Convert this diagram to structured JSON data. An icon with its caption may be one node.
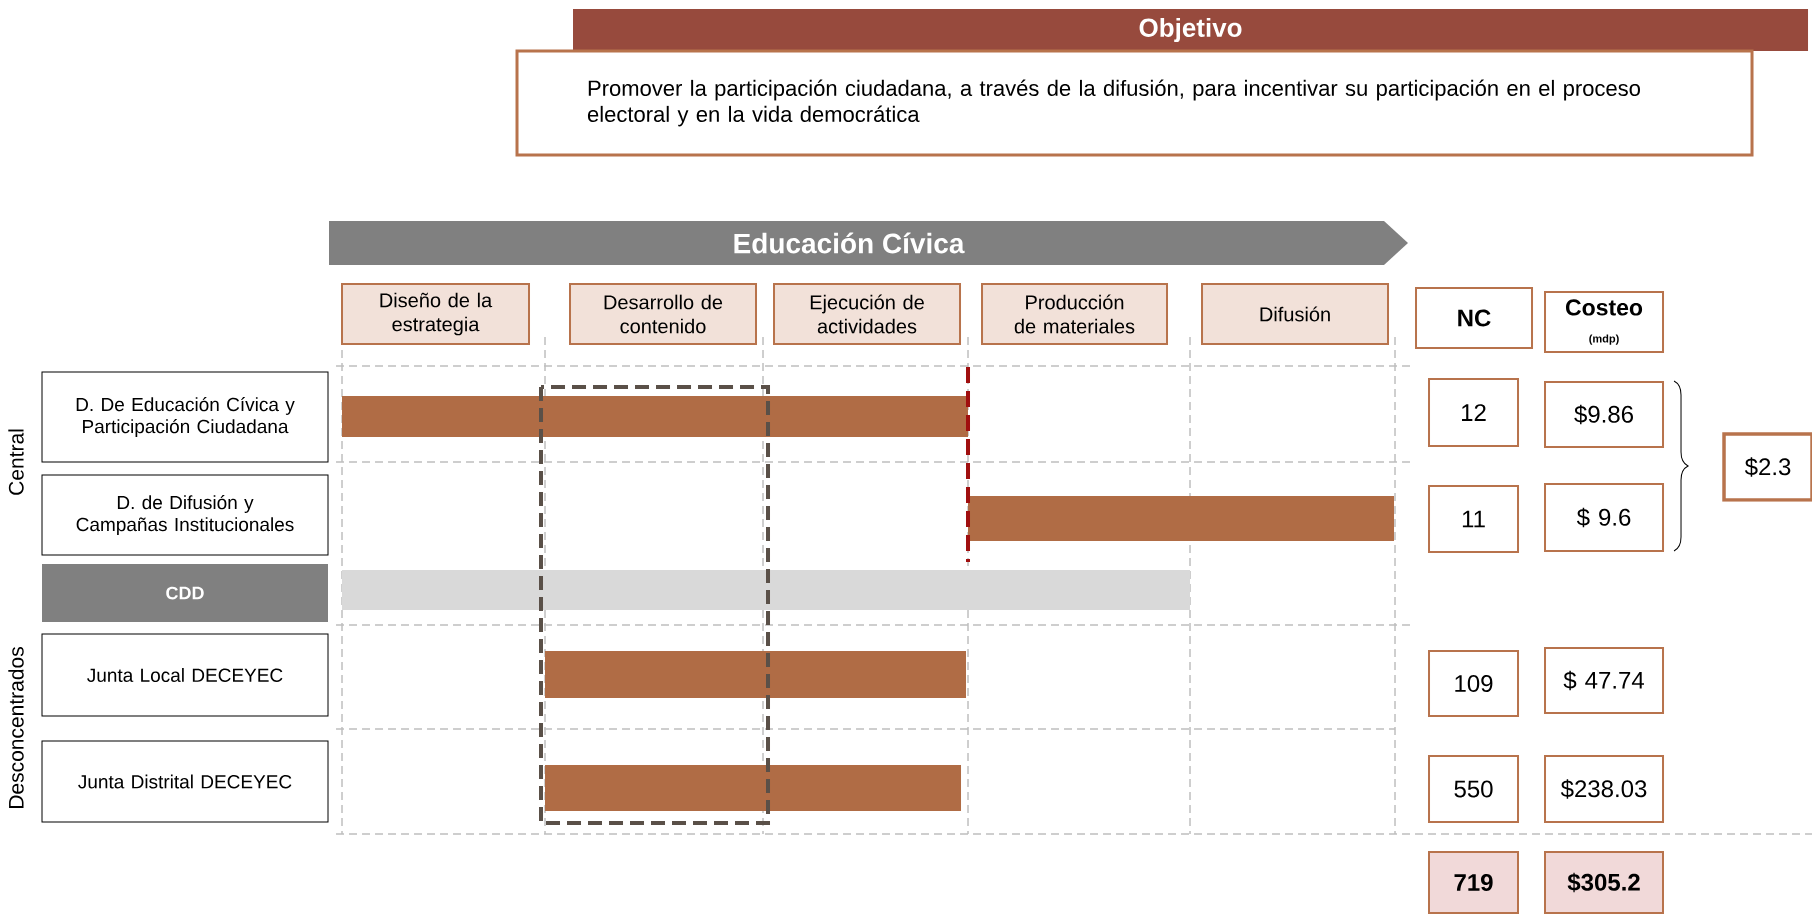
{
  "diagram": {
    "nodes": [
      {
        "text": [
          "Objetivo",
          "Promover la participación ciudadana, a través de la difusión, para incentivar su participación en el proceso electoral y en la vida democrática"
        ]
      },
      {
        "text": [
          "Educación Cívica"
        ]
      },
      {
        "text": [
          "Diseño de la estrategia"
        ]
      },
      {
        "text": [
          "Desarrollo de contenido"
        ]
      },
      {
        "text": [
          "Ejecución de actividades"
        ]
      },
      {
        "text": [
          "Producción de materiales"
        ]
      },
      {
        "text": [
          "Difusión"
        ]
      },
      {
        "text": [
          "NC"
        ]
      },
      {
        "text": [
          "Costeo",
          "(mdp)"
        ]
      },
      {
        "text": [
          "D. De Educación Cívica y Participación Ciudadana"
        ]
      },
      {
        "text": [
          "D. de Difusión y Campañas Institucionales"
        ]
      },
      {
        "text": [
          "CDD"
        ]
      },
      {
        "text": [
          "Junta Local DECEYEC"
        ]
      },
      {
        "text": [
          "Junta Distrital DECEYEC"
        ]
      },
      {
        "text": [
          "12"
        ]
      },
      {
        "text": [
          "$9.86"
        ]
      },
      {
        "text": [
          "11"
        ]
      },
      {
        "text": [
          "$ 9.6"
        ]
      },
      {
        "text": [
          "$2.3"
        ]
      },
      {
        "text": [
          "109"
        ]
      },
      {
        "text": [
          "$ 47.74"
        ]
      },
      {
        "text": [
          "550"
        ]
      },
      {
        "text": [
          "$238.03"
        ]
      },
      {
        "text": [
          "719"
        ]
      },
      {
        "text": [
          "$305.2"
        ]
      },
      {
        "text": [],
        "shape": "bar"
      },
      {
        "text": [],
        "shape": "bar"
      },
      {
        "text": [],
        "shape": "bar"
      },
      {
        "text": [],
        "shape": "bar"
      },
      {
        "text": [],
        "shape": "bar"
      }
    ],
    "labels": [
      "Central",
      "Desconcentrados"
    ]
  }
}
